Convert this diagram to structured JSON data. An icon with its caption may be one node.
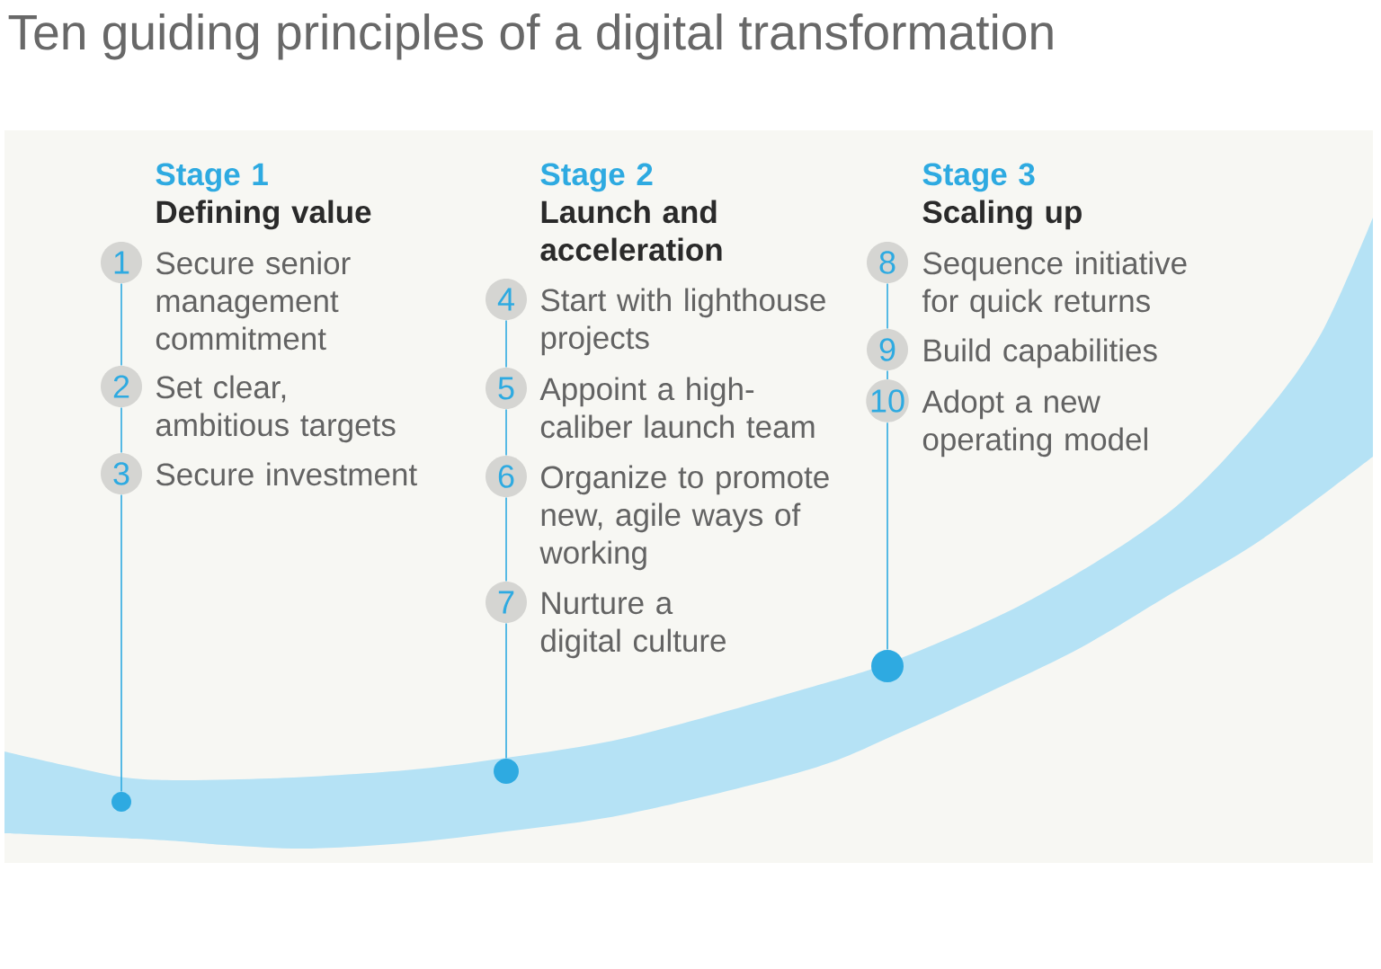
{
  "diagram": {
    "title": "Ten guiding principles of a digital transformation",
    "nodes": [
      {
        "text": [
          "1"
        ],
        "beside": [
          "Secure senior management commitment"
        ]
      },
      {
        "text": [
          "2"
        ],
        "beside": [
          "Set clear, ambitious targets"
        ]
      },
      {
        "text": [
          "3"
        ],
        "beside": [
          "Secure investment"
        ]
      },
      {
        "text": [
          "4"
        ],
        "beside": [
          "Start with lighthouse projects"
        ]
      },
      {
        "text": [
          "5"
        ],
        "beside": [
          "Appoint a high-caliber launch team"
        ]
      },
      {
        "text": [
          "6"
        ],
        "beside": [
          "Organize to promote new, agile ways of working"
        ]
      },
      {
        "text": [
          "7"
        ],
        "beside": [
          "Nurture a digital culture"
        ]
      },
      {
        "text": [
          "8"
        ],
        "beside": [
          "Sequence initiative for quick returns"
        ]
      },
      {
        "text": [
          "9"
        ],
        "beside": [
          "Build capabilities"
        ]
      },
      {
        "text": [
          "10"
        ],
        "beside": [
          "Adopt a new operating model"
        ]
      },
      {
        "text": [],
        "shape": "circle"
      },
      {
        "text": [],
        "shape": "circle"
      },
      {
        "text": [],
        "shape": "circle"
      }
    ],
    "edges": [
      {
        "from": 0,
        "to": 1,
        "arrow": "none"
      },
      {
        "from": 1,
        "to": 2,
        "arrow": "none"
      },
      {
        "from": 2,
        "to": 10,
        "arrow": "none"
      },
      {
        "from": 3,
        "to": 4,
        "arrow": "none"
      },
      {
        "from": 4,
        "to": 5,
        "arrow": "none"
      },
      {
        "from": 5,
        "to": 6,
        "arrow": "none"
      },
      {
        "from": 6,
        "to": 11,
        "arrow": "none"
      },
      {
        "from": 7,
        "to": 8,
        "arrow": "none"
      },
      {
        "from": 8,
        "to": 9,
        "arrow": "none"
      },
      {
        "from": 9,
        "to": 12,
        "arrow": "none"
      }
    ],
    "labels": [
      "Stage 1",
      "Defining value",
      "Stage 2",
      "Launch and acceleration",
      "Stage 3",
      "Scaling up"
    ]
  }
}
